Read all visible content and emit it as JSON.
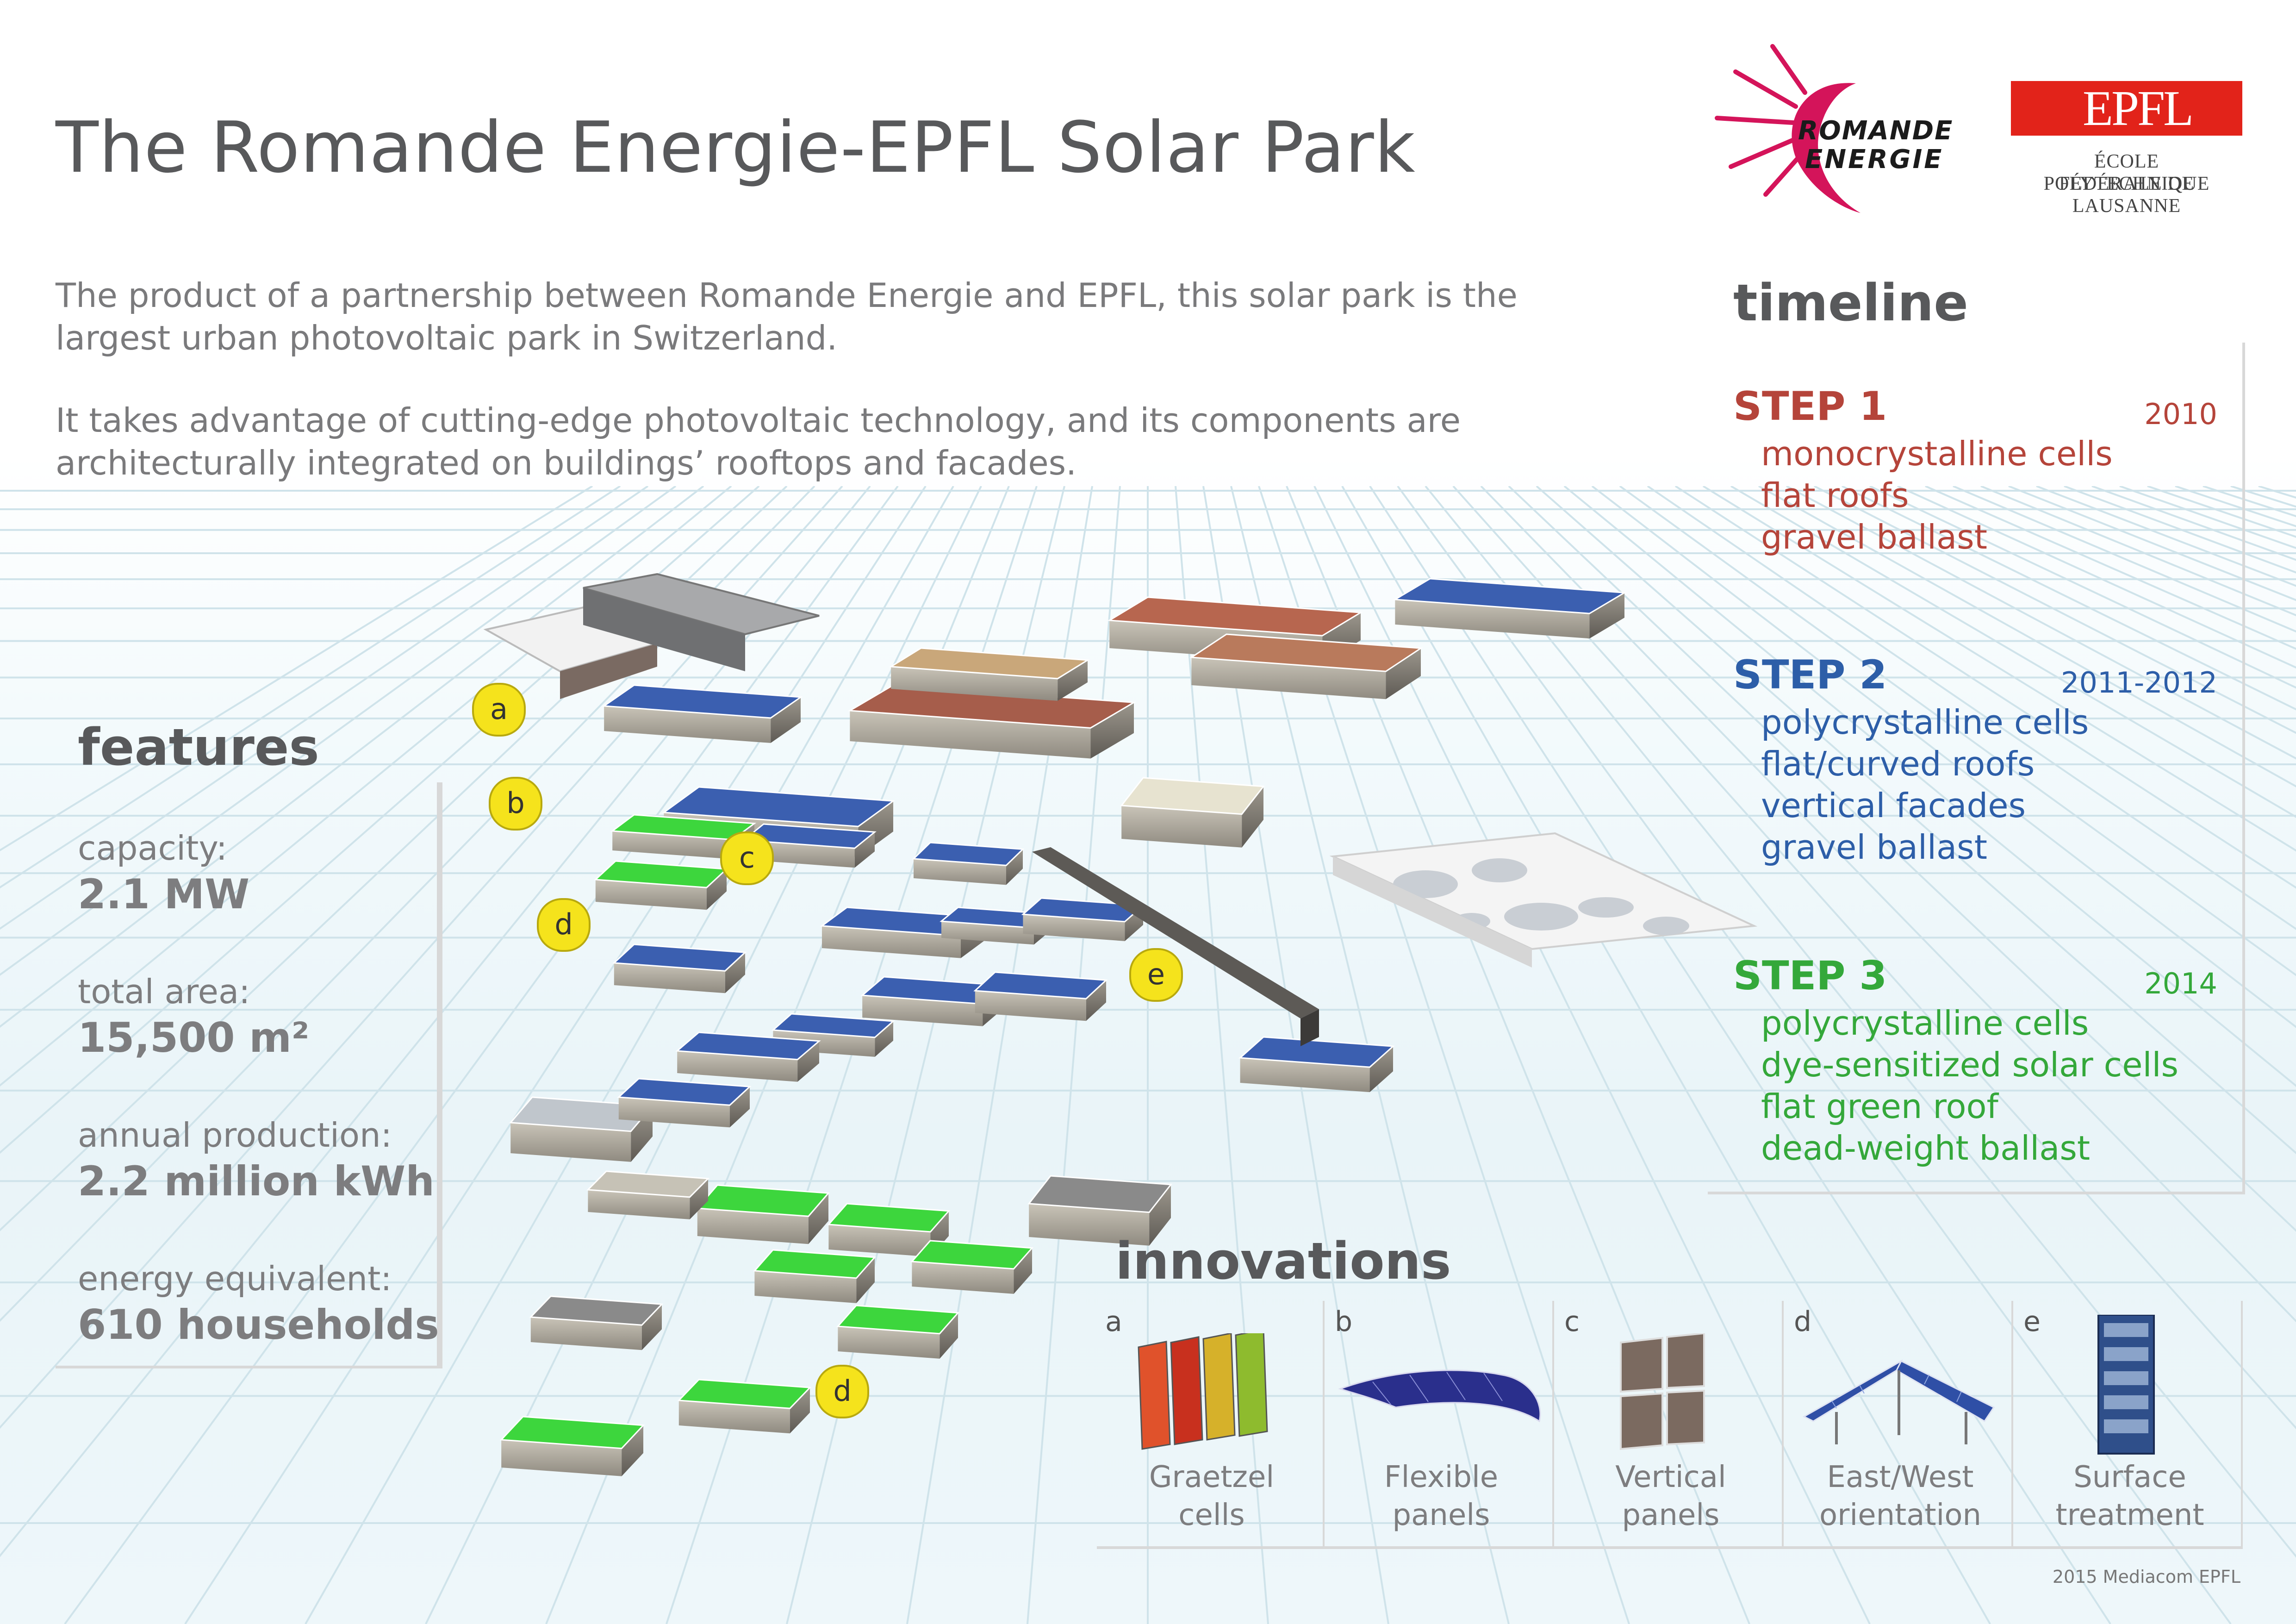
{
  "title": "The Romande Energie-EPFL Solar Park",
  "intro": {
    "p1_line1": "The product of a partnership between Romande Energie and EPFL, this solar park is the",
    "p1_line2": "largest urban photovoltaic park in Switzerland.",
    "p2_line1": "It takes advantage of cutting-edge photovoltaic technology, and its components are",
    "p2_line2": "architecturally integrated on buildings’ rooftops and facades."
  },
  "logos": {
    "romande_line1": "ROMANDE",
    "romande_line2": "ENERGIE",
    "epfl_mark": "EPFL",
    "epfl_line1": "ÉCOLE POLYTECHNIQUE",
    "epfl_line2": "FÉDÉRALE DE LAUSANNE"
  },
  "features": {
    "title": "features",
    "items": [
      {
        "label": "capacity:",
        "value": "2.1 MW"
      },
      {
        "label": "total area:",
        "value": "15,500 m²"
      },
      {
        "label": "annual production:",
        "value": "2.2 million kWh"
      },
      {
        "label": "energy equivalent:",
        "value": "610 households"
      }
    ]
  },
  "timeline": {
    "title": "timeline",
    "steps": [
      {
        "name": "STEP 1",
        "year": "2010",
        "color": "#b5443a",
        "items": [
          "monocrystalline cells",
          "flat roofs",
          "gravel ballast"
        ]
      },
      {
        "name": "STEP 2",
        "year": "2011-2012",
        "color": "#2d5ea8",
        "items": [
          "polycrystalline cells",
          "flat/curved roofs",
          "vertical facades",
          "gravel ballast"
        ]
      },
      {
        "name": "STEP 3",
        "year": "2014",
        "color": "#34a83a",
        "items": [
          "polycrystalline cells",
          "dye-sensitized solar cells",
          "flat green roof",
          "dead-weight ballast"
        ]
      }
    ]
  },
  "innovations": {
    "title": "innovations",
    "items": [
      {
        "letter": "a",
        "line1": "Graetzel",
        "line2": "cells",
        "icon": "graetzel-cells-icon"
      },
      {
        "letter": "b",
        "line1": "Flexible",
        "line2": "panels",
        "icon": "flexible-panel-icon"
      },
      {
        "letter": "c",
        "line1": "Vertical",
        "line2": "panels",
        "icon": "vertical-panels-icon"
      },
      {
        "letter": "d",
        "line1": "East/West",
        "line2": "orientation",
        "icon": "east-west-panel-icon"
      },
      {
        "letter": "e",
        "line1": "Surface",
        "line2": "treatment",
        "icon": "surface-treatment-icon"
      }
    ]
  },
  "map_markers": [
    "a",
    "b",
    "c",
    "d",
    "e",
    "d"
  ],
  "credit": "2015 Mediacom EPFL",
  "colors": {
    "epfl_red": "#e2231a",
    "romande_pink": "#d4145a",
    "marker_yellow": "#f5e31c",
    "solar_blue": "#3b5fb0",
    "green_roof": "#3dd63d"
  }
}
